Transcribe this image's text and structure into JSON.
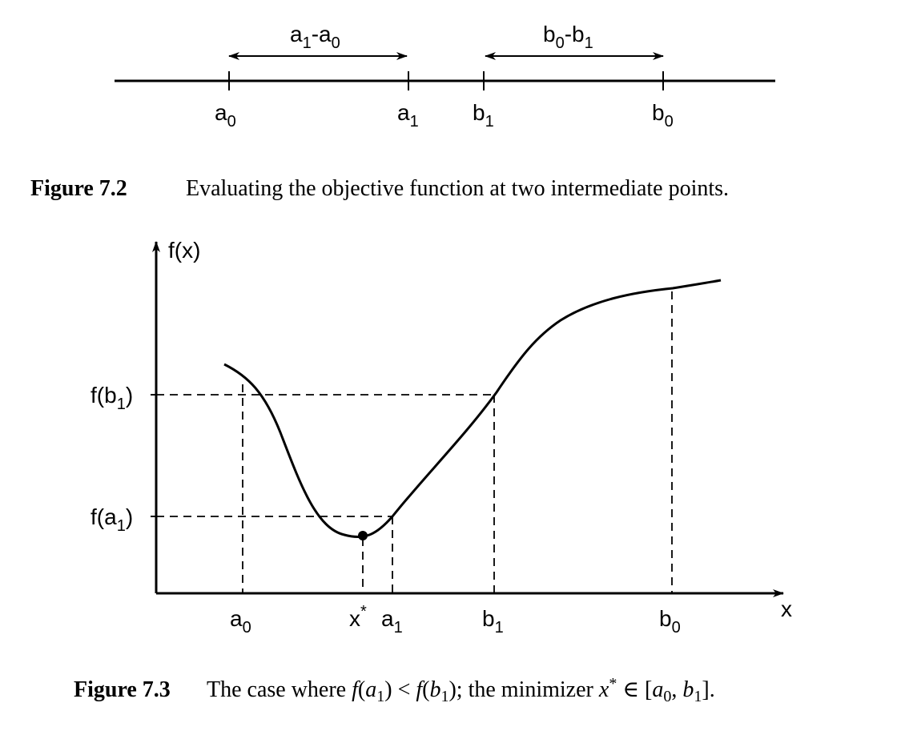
{
  "figure_7_2": {
    "caption_label": "Figure 7.2",
    "caption_text": "Evaluating the objective function at two intermediate points.",
    "points": [
      {
        "id": "a0",
        "base": "a",
        "sub": "0"
      },
      {
        "id": "a1",
        "base": "a",
        "sub": "1"
      },
      {
        "id": "b1",
        "base": "b",
        "sub": "1"
      },
      {
        "id": "b0",
        "base": "b",
        "sub": "0"
      }
    ],
    "interval_left": {
      "a": "a",
      "sub1": "1",
      "dash": "-",
      "b": "a",
      "sub2": "0"
    },
    "interval_right": {
      "a": "b",
      "sub1": "0",
      "dash": "-",
      "b": "b",
      "sub2": "1"
    }
  },
  "figure_7_3": {
    "caption_label": "Figure 7.3",
    "caption_parts": {
      "lead": "The case where ",
      "fa1": "f",
      "fa1_paren_open": "(",
      "fa1_arg": "a",
      "fa1_sub": "1",
      "fa1_paren_close": ")",
      "lt": " < ",
      "fb1": "f",
      "fb1_paren_open": "(",
      "fb1_arg": "b",
      "fb1_sub": "1",
      "fb1_paren_close": ");",
      "mid": " the minimizer ",
      "xstar": "x",
      "star": "*",
      "in": " ∈ [",
      "a0": "a",
      "a0_sub": "0",
      "comma": ", ",
      "b1": "b",
      "b1_sub": "1",
      "end": "]."
    },
    "y_axis_label": "f(x)",
    "x_axis_label": "x",
    "y_ticks": [
      {
        "id": "fb1",
        "text_pre": "f(b",
        "sub": "1",
        "text_post": ")"
      },
      {
        "id": "fa1",
        "text_pre": "f(a",
        "sub": "1",
        "text_post": ")"
      }
    ],
    "x_ticks": [
      {
        "id": "a0",
        "base": "a",
        "sub": "0"
      },
      {
        "id": "xstar",
        "base": "x",
        "sup": "*"
      },
      {
        "id": "a1",
        "base": "a",
        "sub": "1"
      },
      {
        "id": "b1",
        "base": "b",
        "sub": "1"
      },
      {
        "id": "b0",
        "base": "b",
        "sub": "0"
      }
    ]
  }
}
